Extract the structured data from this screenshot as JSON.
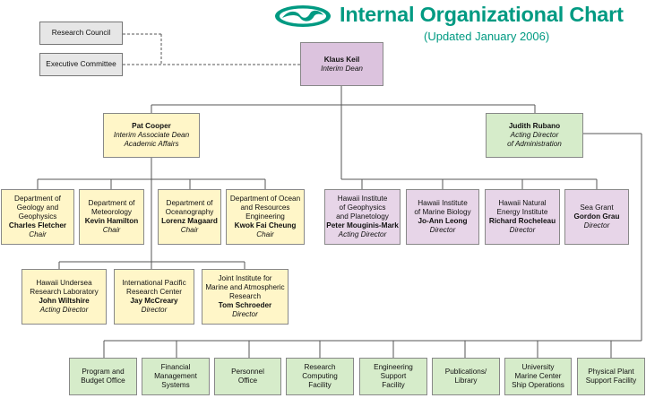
{
  "header": {
    "title": "Internal Organizational Chart",
    "subtitle": "(Updated January 2006)"
  },
  "councils": {
    "research": "Research Council",
    "executive": "Executive Committee"
  },
  "dean": {
    "name": "Klaus Keil",
    "role": "Interim Dean"
  },
  "academic": {
    "name": "Pat Cooper",
    "role_1": "Interim Associate Dean",
    "role_2": "Academic Affairs"
  },
  "admin": {
    "name": "Judith Rubano",
    "role_1": "Acting Director",
    "role_2": "of Administration"
  },
  "departments": [
    {
      "l1": "Department of",
      "l2": "Geology and",
      "l3": "Geophysics",
      "name": "Charles Fletcher",
      "role": "Chair"
    },
    {
      "l1": "Department of",
      "l2": "Meteorology",
      "name": "Kevin Hamilton",
      "role": "Chair"
    },
    {
      "l1": "Department of",
      "l2": "Oceanography",
      "name": "Lorenz Magaard",
      "role": "Chair"
    },
    {
      "l1": "Department of Ocean",
      "l2": "and Resources",
      "l3": "Engineering",
      "name": "Kwok Fai Cheung",
      "role": "Chair"
    }
  ],
  "labs": [
    {
      "l1": "Hawaii Undersea",
      "l2": "Research Laboratory",
      "name": "John Wiltshire",
      "role": "Acting Director"
    },
    {
      "l1": "International Pacific",
      "l2": "Research Center",
      "name": "Jay McCreary",
      "role": "Director"
    },
    {
      "l1": "Joint Institute for",
      "l2": "Marine and Atmospheric",
      "l3": "Research",
      "name": "Tom Schroeder",
      "role": "Director"
    }
  ],
  "institutes": [
    {
      "l1": "Hawaii Institute",
      "l2": "of Geophysics",
      "l3": "and Planetology",
      "name": "Peter Mouginis-Mark",
      "role": "Acting Director"
    },
    {
      "l1": "Hawaii Institute",
      "l2": "of Marine Biology",
      "name": "Jo-Ann Leong",
      "role": "Director"
    },
    {
      "l1": "Hawaii Natural",
      "l2": "Energy Institute",
      "name": "Richard Rocheleau",
      "role": "Director"
    },
    {
      "l1": "Sea Grant",
      "name": "Gordon Grau",
      "role": "Director"
    }
  ],
  "offices": [
    {
      "l1": "Program and",
      "l2": "Budget Office"
    },
    {
      "l1": "Financial",
      "l2": "Management",
      "l3": "Systems"
    },
    {
      "l1": "Personnel",
      "l2": "Office"
    },
    {
      "l1": "Research",
      "l2": "Computing",
      "l3": "Facility"
    },
    {
      "l1": "Engineering",
      "l2": "Support",
      "l3": "Facility"
    },
    {
      "l1": "Publications/",
      "l2": "Library"
    },
    {
      "l1": "University",
      "l2": "Marine Center",
      "l3": "Ship Operations"
    },
    {
      "l1": "Physical Plant",
      "l2": "Support Facility"
    }
  ],
  "colors": {
    "accent": "#009a82",
    "dean": "#dcc3de",
    "academic": "#fff6c8",
    "admin": "#d6ecca",
    "institute": "#e7d5e8",
    "council": "#e6e6e6"
  }
}
